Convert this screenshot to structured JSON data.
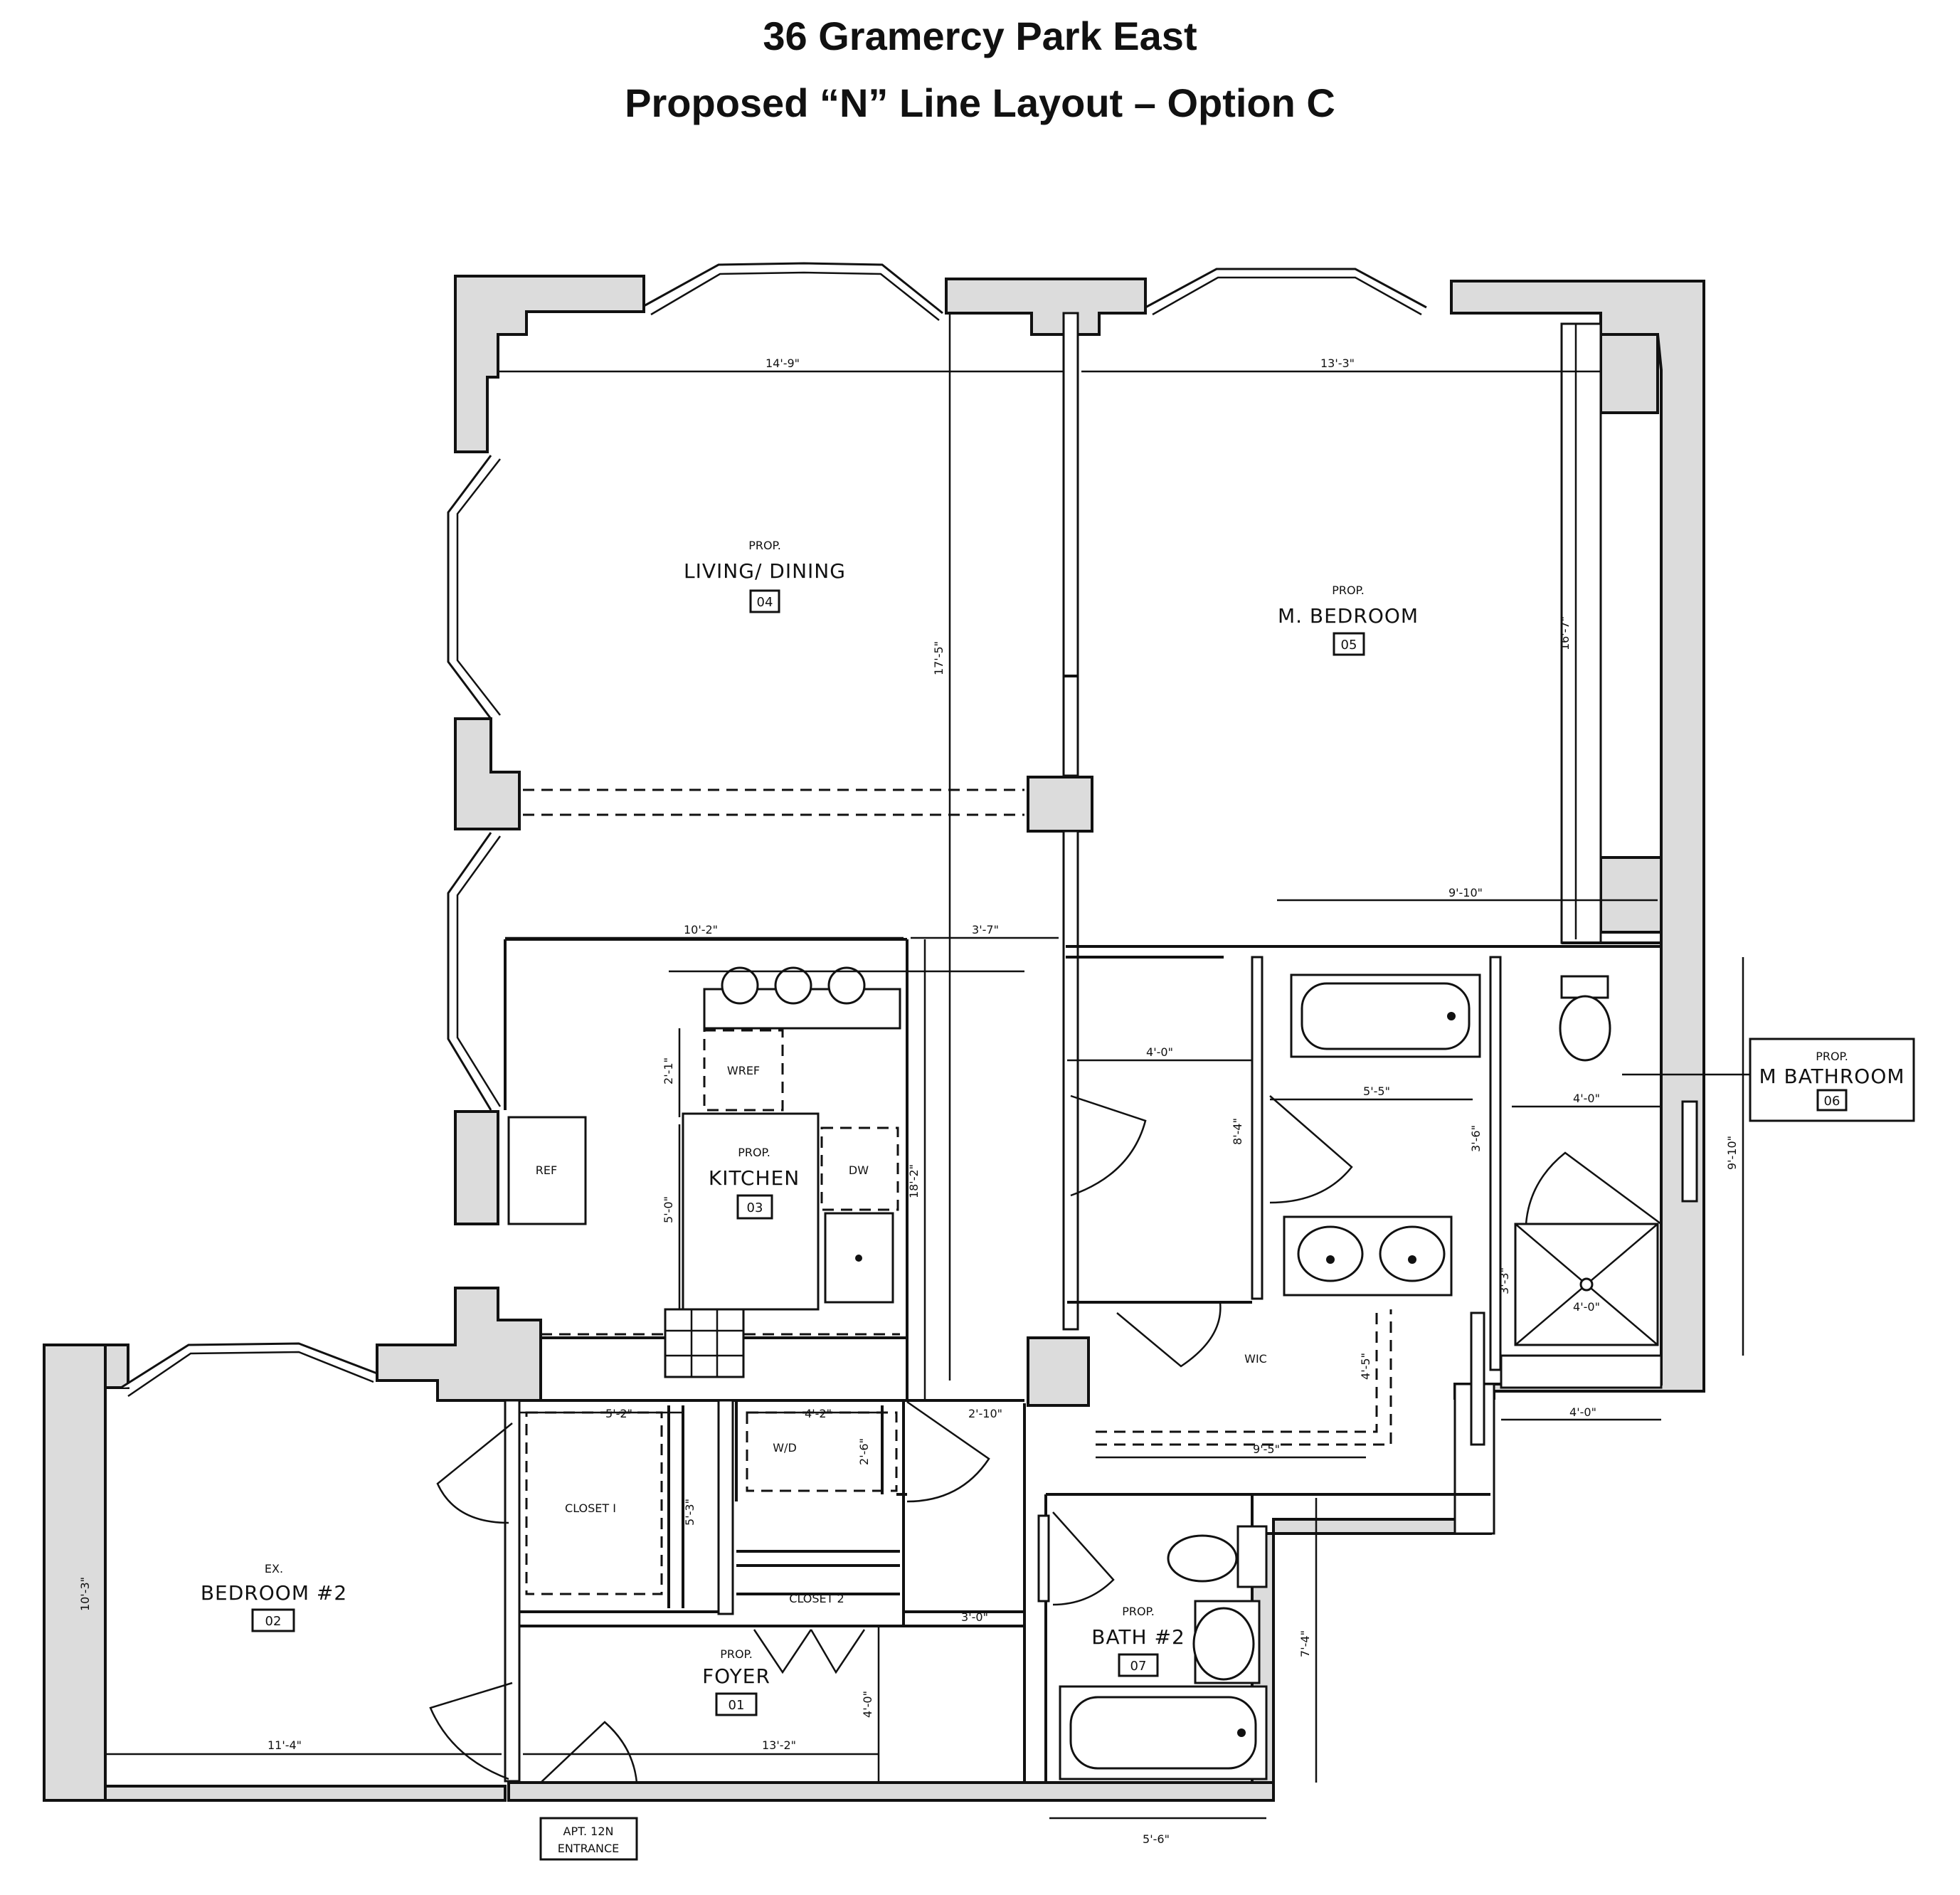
{
  "title": {
    "line1": "36 Gramercy Park East",
    "line2": "Proposed “N” Line Layout – Option C"
  },
  "rooms": {
    "living": {
      "prefix": "PROP.",
      "name": "LIVING/ DINING",
      "num": "04"
    },
    "mbed": {
      "prefix": "PROP.",
      "name": "M. BEDROOM",
      "num": "05"
    },
    "mbath": {
      "prefix": "PROP.",
      "name": "M BATHROOM",
      "num": "06"
    },
    "kitchen": {
      "prefix": "PROP.",
      "name": "KITCHEN",
      "num": "03"
    },
    "bed2": {
      "prefix": "EX.",
      "name": "BEDROOM #2",
      "num": "02"
    },
    "foyer": {
      "prefix": "PROP.",
      "name": "FOYER",
      "num": "01"
    },
    "bath2": {
      "prefix": "PROP.",
      "name": "BATH #2",
      "num": "07"
    }
  },
  "fixtures": {
    "wref": "WREF",
    "ref": "REF",
    "dw": "DW",
    "wd": "W/D",
    "closet1": "CLOSET I",
    "closet2": "CLOSET 2",
    "wic": "WIC"
  },
  "entrance": {
    "line1": "APT. 12N",
    "line2": "ENTRANCE"
  },
  "dims": {
    "d_14_9": "14'-9\"",
    "d_13_3": "13'-3\"",
    "d_17_5": "17'-5\"",
    "d_16_7": "16'-7\"",
    "d_9_10a": "9'-10\"",
    "d_10_2": "10'-2\"",
    "d_3_7": "3'-7\"",
    "d_2_1": "2'-1\"",
    "d_5_0": "5'-0\"",
    "d_18_2": "18'-2\"",
    "d_4_0a": "4'-0\"",
    "d_8_4": "8'-4\"",
    "d_5_5": "5'-5\"",
    "d_4_0b": "4'-0\"",
    "d_3_6": "3'-6\"",
    "d_9_10b": "9'-10\"",
    "d_3_3": "3'-3\"",
    "d_4_0c": "4'-0\"",
    "d_4_5": "4'-5\"",
    "d_4_0d": "4'-0\"",
    "d_9_5": "9'-5\"",
    "d_5_2": "5'-2\"",
    "d_4_2": "4'-2\"",
    "d_2_6": "2'-6\"",
    "d_5_3": "5'-3\"",
    "d_2_10": "2'-10\"",
    "d_10_3": "10'-3\"",
    "d_11_4": "11'-4\"",
    "d_13_2": "13'-2\"",
    "d_4_0e": "4'-0\"",
    "d_3_0": "3'-0\"",
    "d_7_4": "7'-4\"",
    "d_5_6": "5'-6\""
  }
}
